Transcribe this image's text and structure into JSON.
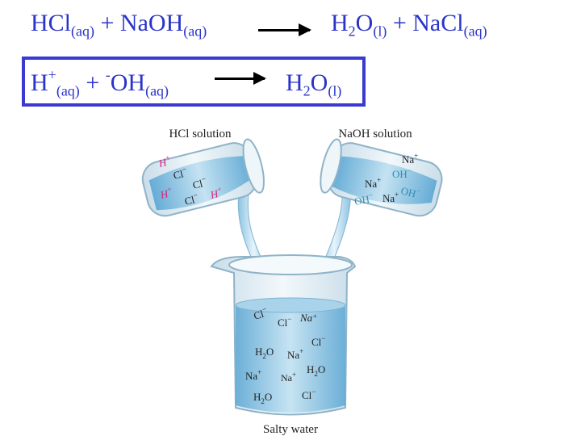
{
  "equation1": {
    "r1": "HCl",
    "r1_state": "(aq)",
    "plus1": "+",
    "r2": "NaOH",
    "r2_state": "(aq)",
    "p1_a": "H",
    "p1_sub": "2",
    "p1_b": "O",
    "p1_state": "(l)",
    "plus2": "+",
    "p2": "NaCl",
    "p2_state": "(aq)"
  },
  "equation2": {
    "r1": "H",
    "r1_sup": "+",
    "r1_state": "(aq)",
    "plus": "+",
    "r2_sup": "-",
    "r2": "OH",
    "r2_state": "(aq)",
    "p_a": "H",
    "p_sub": "2",
    "p_b": "O",
    "p_state": "(l)"
  },
  "labels": {
    "hcl": "HCl solution",
    "naoh": "NaOH solution",
    "salty": "Salty water"
  },
  "ions": {
    "h": "H",
    "plus_sign": "+",
    "minus_sign": "−",
    "cl": "Cl",
    "na": "Na",
    "oh": "OH",
    "h2o_a": "H",
    "h2o_sub": "2",
    "h2o_b": "O"
  },
  "colors": {
    "equation": "#2a34c8",
    "box_border": "#3a3ad0",
    "hydrogen_ion": "#d6207a",
    "hydroxide_ion": "#2f8fb0",
    "water": "#7fbfe0",
    "glass": "#dbe9f2"
  }
}
